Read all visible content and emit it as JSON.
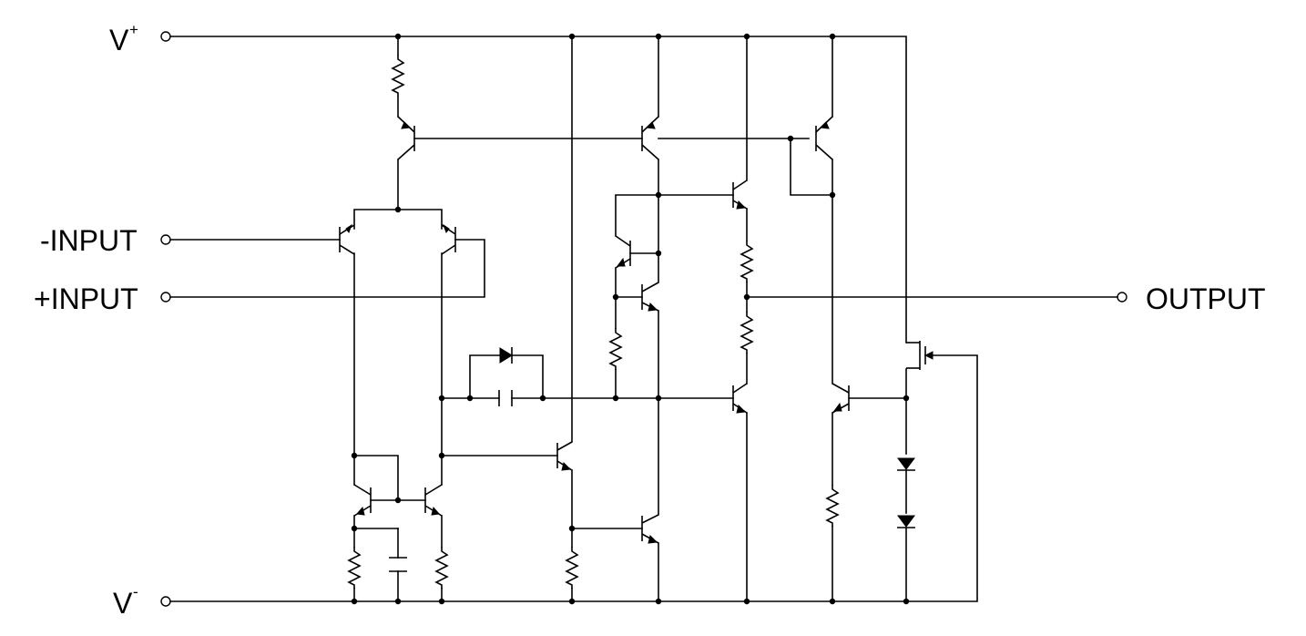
{
  "diagram": {
    "type": "circuit-schematic",
    "terminals": {
      "vplus": {
        "text": "V",
        "sup": "+"
      },
      "ninput": {
        "text": "-INPUT"
      },
      "pinput": {
        "text": "+INPUT"
      },
      "output": {
        "text": "OUTPUT"
      },
      "vminus": {
        "text": "V",
        "sup": "-"
      }
    }
  }
}
